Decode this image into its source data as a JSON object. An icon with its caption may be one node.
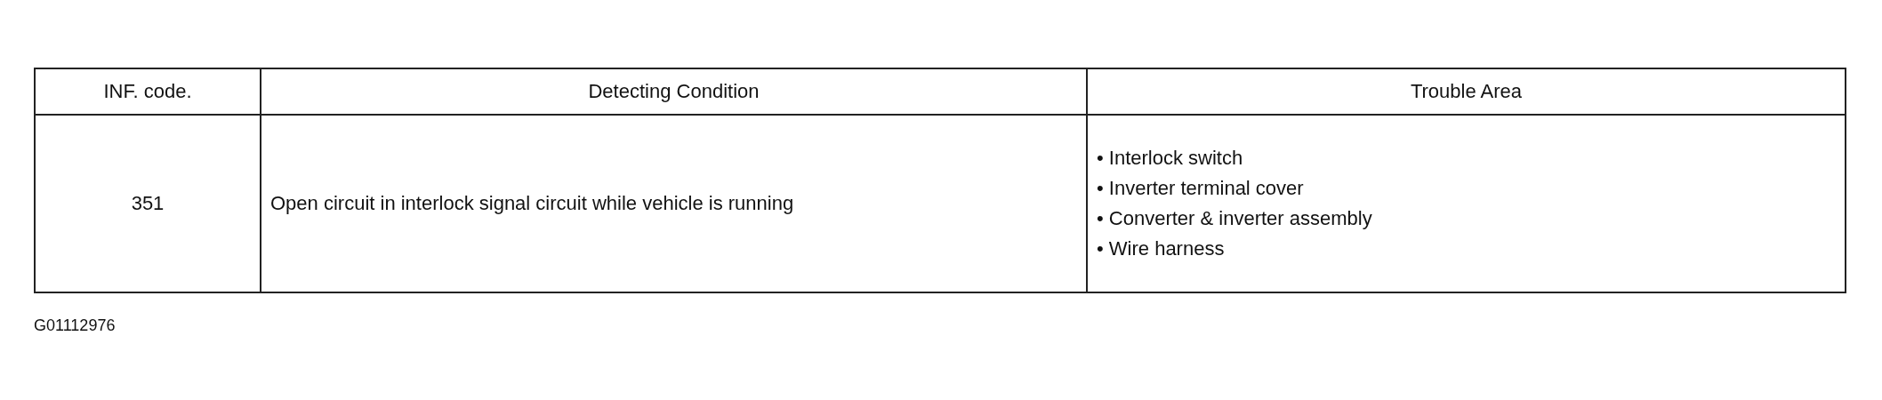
{
  "diagram": {
    "labels": [
      "INF. code.",
      "Detecting Condition",
      "Trouble Area",
      "351",
      "Open circuit in interlock signal circuit while vehicle is running",
      "• Interlock switch",
      "• Inverter terminal cover",
      "• Converter & inverter assembly",
      "• Wire harness",
      "G01112976"
    ]
  }
}
